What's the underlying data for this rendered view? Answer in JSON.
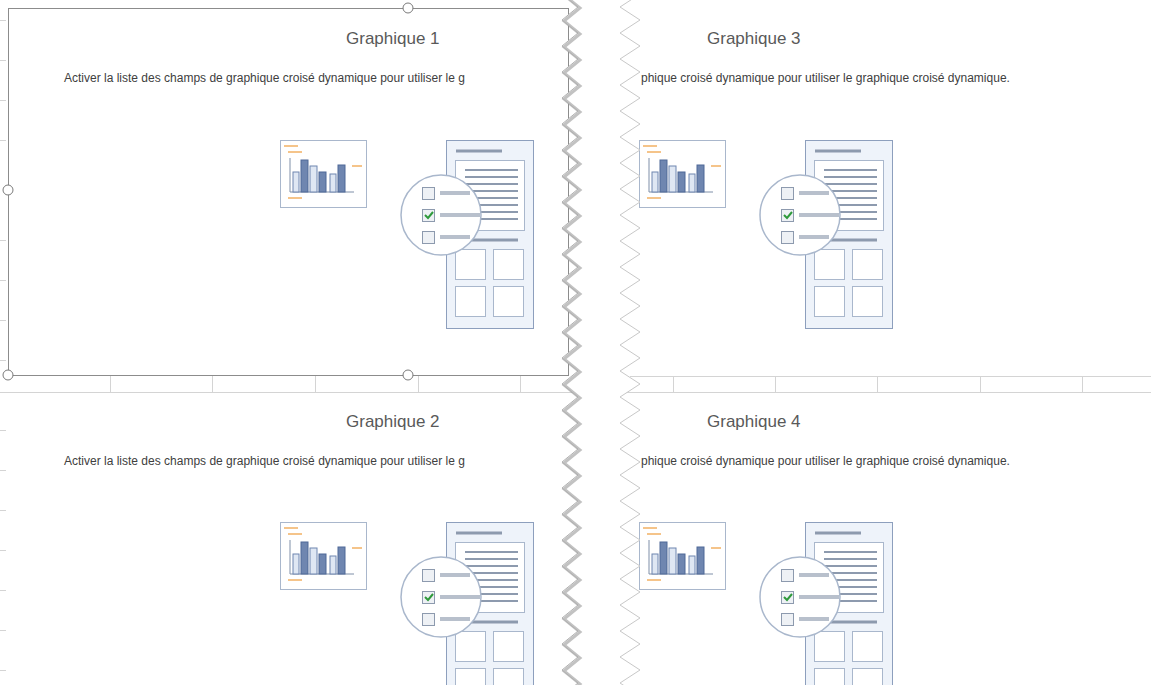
{
  "diagram": {
    "nodes": [
      {
        "text": [
          "Graphique 1",
          "Activer la liste des champs de graphique croisé dynamique pour utiliser le g"
        ]
      },
      {
        "text": [
          "Graphique 3",
          "phique croisé dynamique pour utiliser le graphique croisé dynamique."
        ]
      },
      {
        "text": [
          "Graphique 2",
          "Activer la liste des champs de graphique croisé dynamique pour utiliser le g"
        ]
      },
      {
        "text": [
          "Graphique 4",
          "phique croisé dynamique pour utiliser le graphique croisé dynamique."
        ]
      }
    ]
  }
}
